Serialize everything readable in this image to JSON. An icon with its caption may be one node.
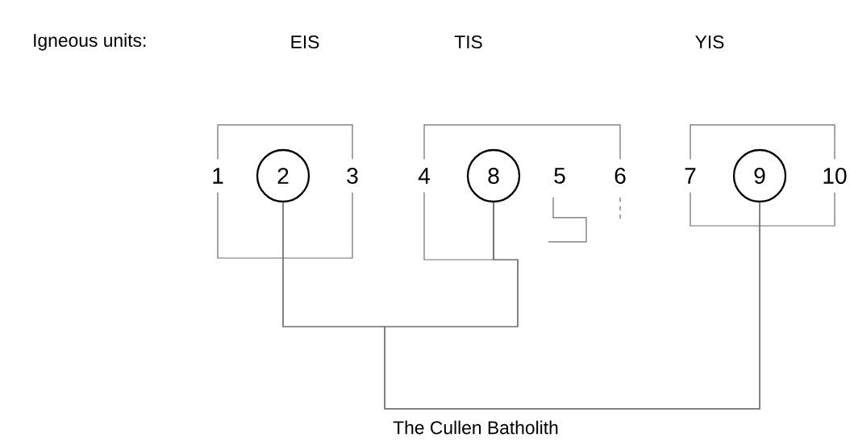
{
  "diagram": {
    "nodes": [
      {
        "text": [
          "1"
        ]
      },
      {
        "text": [],
        "shape": "circle"
      },
      {
        "text": [
          "2"
        ],
        "in": 1
      },
      {
        "text": [
          "3"
        ]
      },
      {
        "text": [
          "4"
        ]
      },
      {
        "text": [],
        "shape": "circle"
      },
      {
        "text": [
          "8"
        ],
        "in": 5
      },
      {
        "text": [
          "5"
        ]
      },
      {
        "text": [
          "6"
        ]
      },
      {
        "text": [
          "7"
        ]
      },
      {
        "text": [],
        "shape": "circle"
      },
      {
        "text": [
          "9"
        ],
        "in": 10
      },
      {
        "text": [
          "10"
        ]
      }
    ],
    "edges": [
      {
        "from": 0,
        "to": 3,
        "arrow": "none"
      },
      {
        "from": 0,
        "to": 3,
        "arrow": "none"
      },
      {
        "from": 4,
        "to": 8,
        "arrow": "none"
      },
      {
        "from": 4,
        "to": 5,
        "arrow": "none"
      },
      {
        "from": 9,
        "to": 12,
        "arrow": "none"
      },
      {
        "from": 9,
        "to": 12,
        "arrow": "none"
      },
      {
        "from": 1,
        "to": 5,
        "arrow": "none"
      },
      {
        "from": 1,
        "to": 10,
        "arrow": "none"
      },
      {
        "from": 5,
        "to": 10,
        "arrow": "none"
      }
    ],
    "labels": [
      "Igneous units:",
      "EIS",
      "TIS",
      "YIS",
      "The Cullen Batholith"
    ]
  }
}
